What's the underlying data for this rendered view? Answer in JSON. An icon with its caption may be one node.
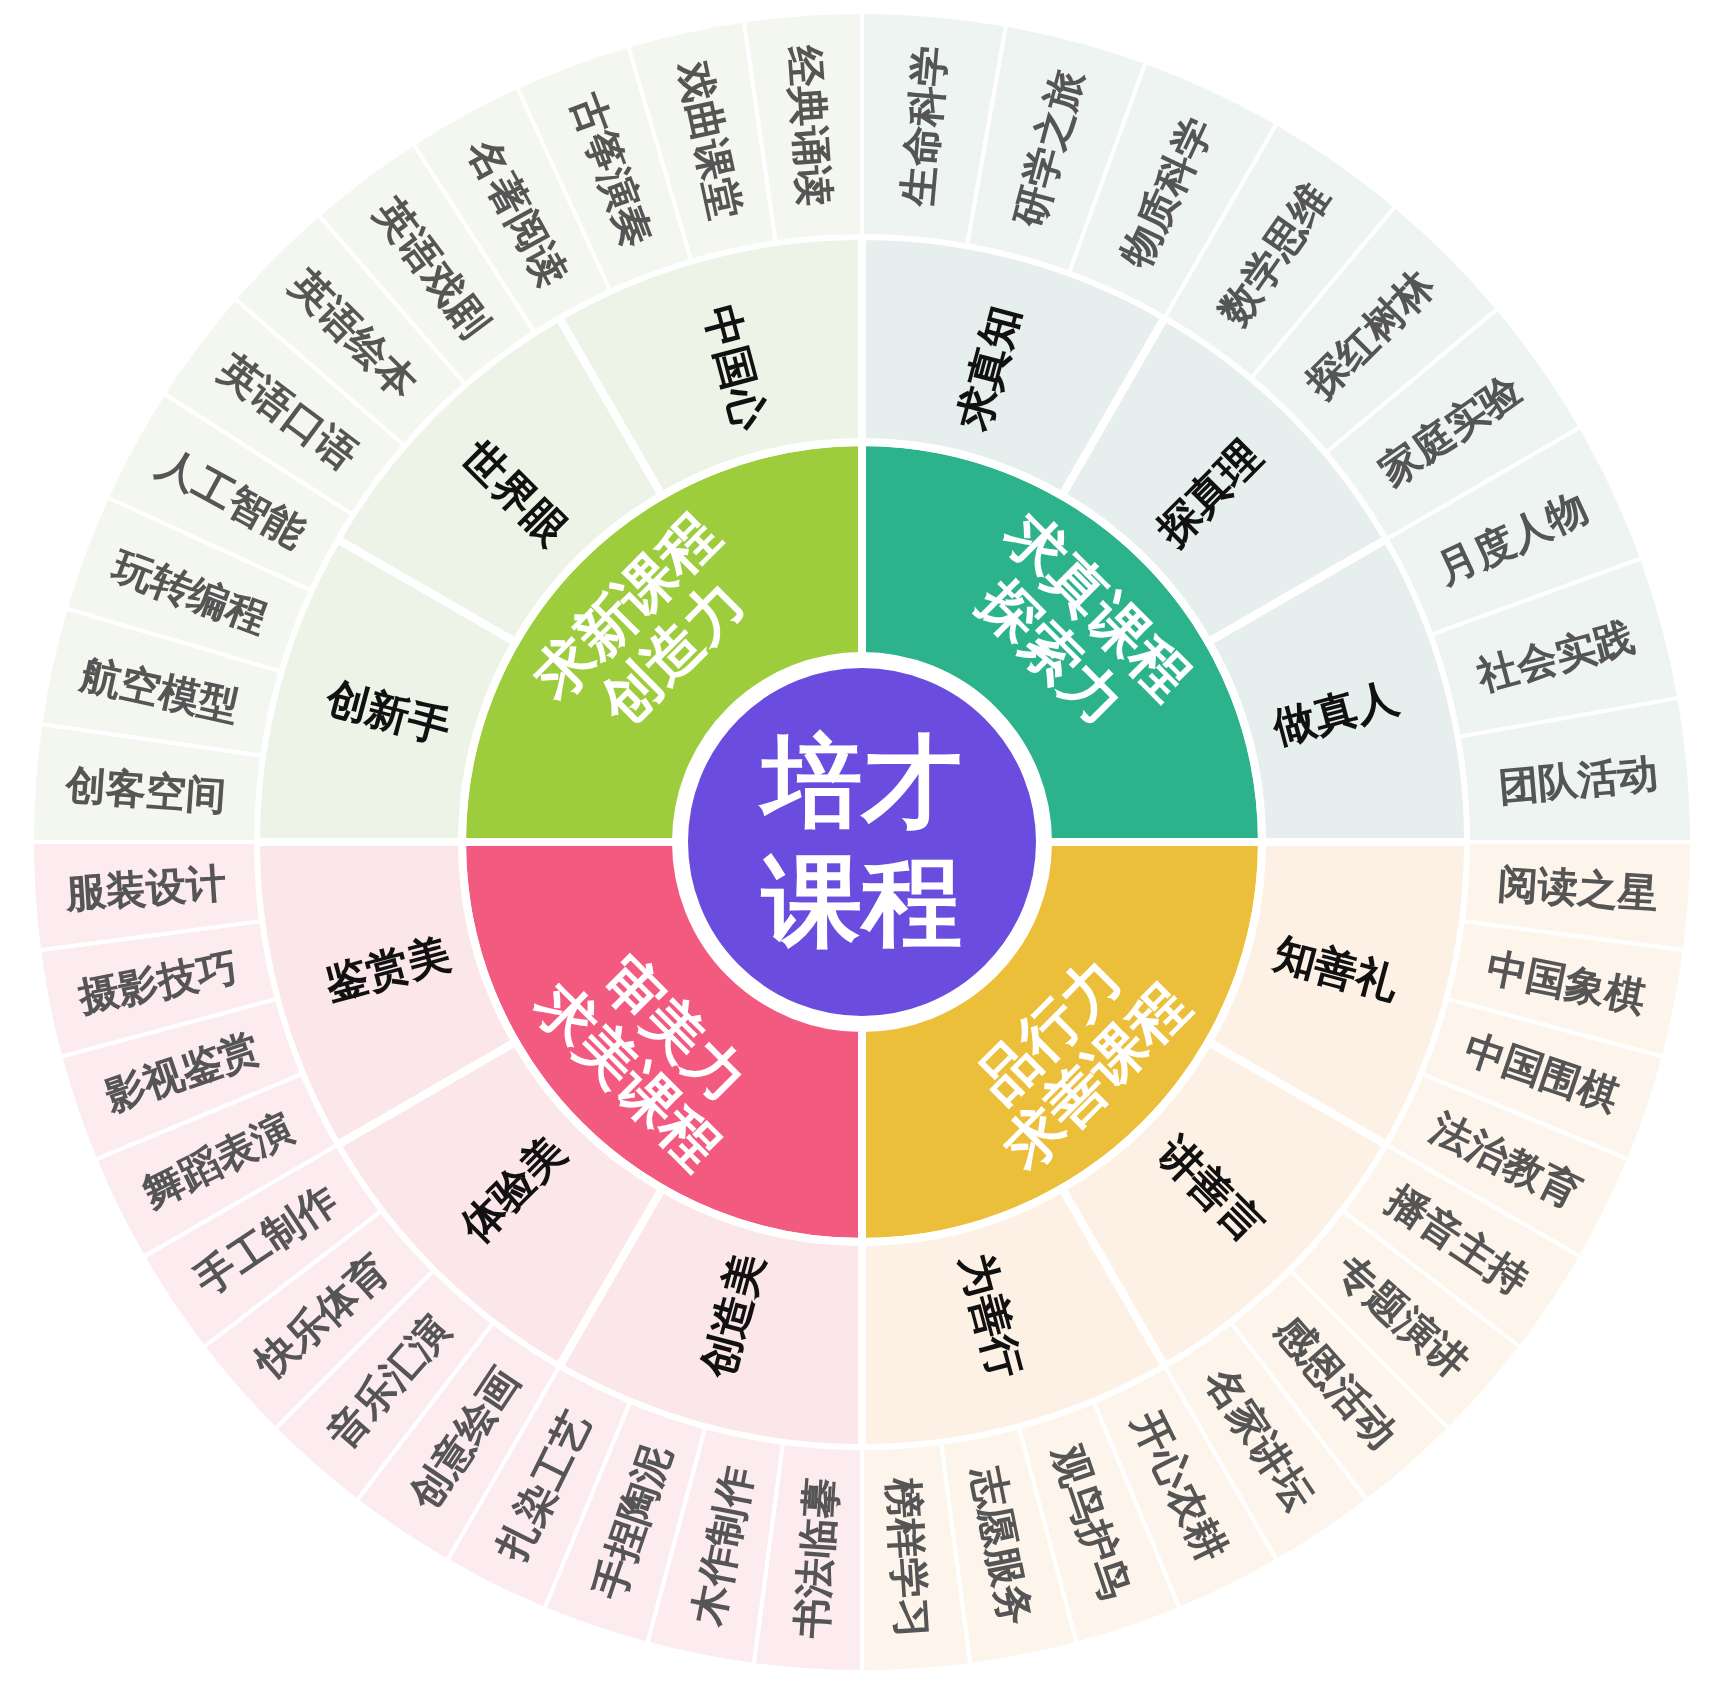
{
  "diagram": {
    "nodes": [
      {
        "text": [
          "培才课程"
        ]
      },
      {
        "text": [
          "求真课程",
          "探索力"
        ]
      },
      {
        "text": [
          "品行力",
          "求善课程"
        ]
      },
      {
        "text": [
          "审美力",
          "求美课程"
        ]
      },
      {
        "text": [
          "求新课程",
          "创造力"
        ]
      },
      {
        "text": [
          "求真知"
        ]
      },
      {
        "text": [
          "探真理"
        ]
      },
      {
        "text": [
          "做真人"
        ]
      },
      {
        "text": [
          "知善礼"
        ]
      },
      {
        "text": [
          "讲善言"
        ]
      },
      {
        "text": [
          "为善行"
        ]
      },
      {
        "text": [
          "创造美"
        ]
      },
      {
        "text": [
          "体验美"
        ]
      },
      {
        "text": [
          "鉴赏美"
        ]
      },
      {
        "text": [
          "创新手"
        ]
      },
      {
        "text": [
          "世界眼"
        ]
      },
      {
        "text": [
          "中国心"
        ]
      },
      {
        "text": [
          "生命科学"
        ]
      },
      {
        "text": [
          "研学之旅"
        ]
      },
      {
        "text": [
          "物质科学"
        ]
      },
      {
        "text": [
          "数学思维"
        ]
      },
      {
        "text": [
          "探红树林"
        ]
      },
      {
        "text": [
          "家庭实验"
        ]
      },
      {
        "text": [
          "月度人物"
        ]
      },
      {
        "text": [
          "社会实践"
        ]
      },
      {
        "text": [
          "团队活动"
        ]
      },
      {
        "text": [
          "阅读之星"
        ]
      },
      {
        "text": [
          "中国象棋"
        ]
      },
      {
        "text": [
          "中国围棋"
        ]
      },
      {
        "text": [
          "法治教育"
        ]
      },
      {
        "text": [
          "播音主持"
        ]
      },
      {
        "text": [
          "专题演讲"
        ]
      },
      {
        "text": [
          "感恩活动"
        ]
      },
      {
        "text": [
          "名家讲坛"
        ]
      },
      {
        "text": [
          "开心农耕"
        ]
      },
      {
        "text": [
          "观鸟护鸟"
        ]
      },
      {
        "text": [
          "志愿服务"
        ]
      },
      {
        "text": [
          "榜样学习"
        ]
      },
      {
        "text": [
          "书法临摹"
        ]
      },
      {
        "text": [
          "木作制作"
        ]
      },
      {
        "text": [
          "手捏陶泥"
        ]
      },
      {
        "text": [
          "扎染工艺"
        ]
      },
      {
        "text": [
          "创意绘画"
        ]
      },
      {
        "text": [
          "音乐汇演"
        ]
      },
      {
        "text": [
          "快乐体育"
        ]
      },
      {
        "text": [
          "手工制作"
        ]
      },
      {
        "text": [
          "舞蹈表演"
        ]
      },
      {
        "text": [
          "影视鉴赏"
        ]
      },
      {
        "text": [
          "摄影技巧"
        ]
      },
      {
        "text": [
          "服装设计"
        ]
      },
      {
        "text": [
          "创客空间"
        ]
      },
      {
        "text": [
          "航空模型"
        ]
      },
      {
        "text": [
          "玩转编程"
        ]
      },
      {
        "text": [
          "人工智能"
        ]
      },
      {
        "text": [
          "英语口语"
        ]
      },
      {
        "text": [
          "英语绘本"
        ]
      },
      {
        "text": [
          "英语戏剧"
        ]
      },
      {
        "text": [
          "名著阅读"
        ]
      },
      {
        "text": [
          "古筝演奏"
        ]
      },
      {
        "text": [
          "戏曲课堂"
        ]
      },
      {
        "text": [
          "经典诵读"
        ]
      }
    ]
  }
}
